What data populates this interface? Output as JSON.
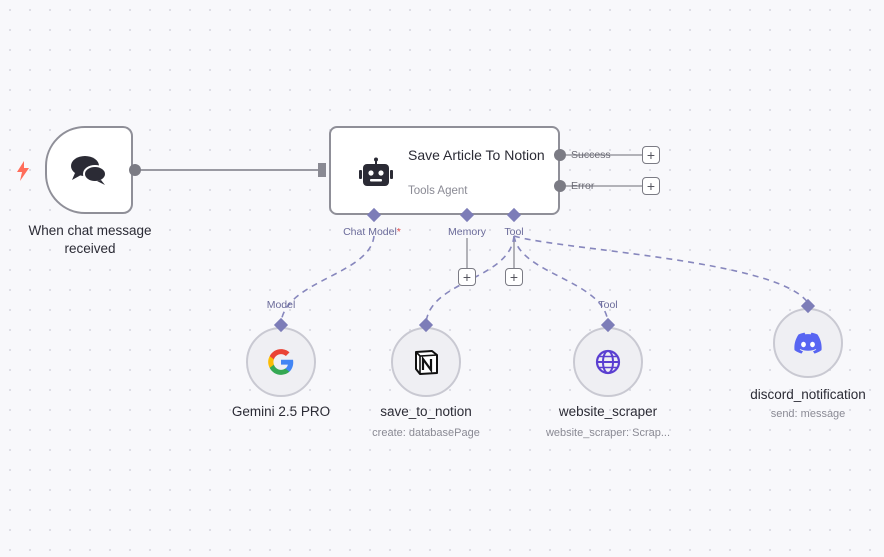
{
  "trigger": {
    "label_line1": "When chat message",
    "label_line2": "received"
  },
  "agent": {
    "title": "Save Article To Notion",
    "subtitle": "Tools Agent",
    "outputs": {
      "success": "Success",
      "error": "Error"
    },
    "inputs": {
      "chat_model": "Chat Model",
      "required_mark": "*",
      "memory": "Memory",
      "tool": "Tool"
    }
  },
  "sub_nodes": [
    {
      "name": "Gemini 2.5 PRO",
      "subtitle": "",
      "handle": "Model",
      "icon": "google-icon"
    },
    {
      "name": "save_to_notion",
      "subtitle": "create: databasePage",
      "handle": "",
      "icon": "notion-icon"
    },
    {
      "name": "website_scraper",
      "subtitle": "website_scraper: Scrap...",
      "handle": "Tool",
      "icon": "globe-icon"
    },
    {
      "name": "discord_notification",
      "subtitle": "send: message",
      "handle": "",
      "icon": "discord-icon"
    }
  ],
  "plus_symbol": "+",
  "colors": {
    "accent": "#7d7db8",
    "trigger_bolt": "#ff6d5a",
    "globe": "#5b3fd1",
    "discord": "#5865f2",
    "node_border": "#8f8f98"
  }
}
